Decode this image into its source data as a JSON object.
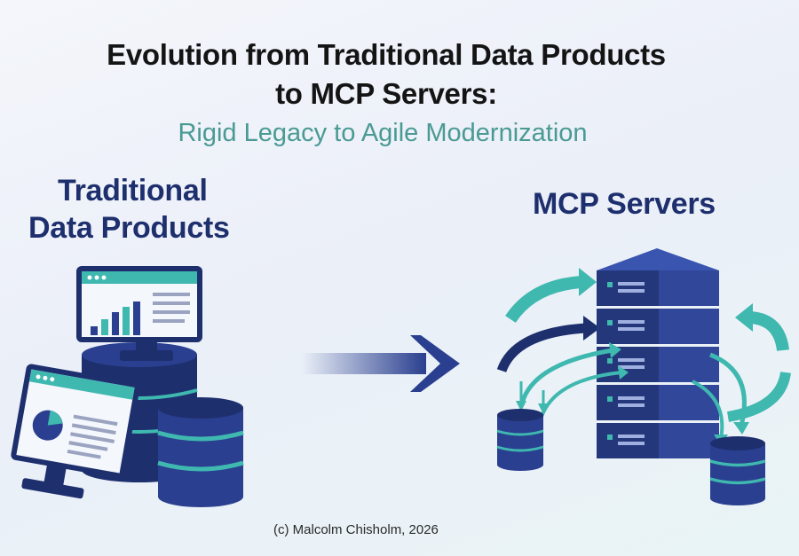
{
  "title_line1": "Evolution from Traditional Data Products",
  "title_line2": "to MCP Servers:",
  "subtitle": "Rigid Legacy to Agile Modernization",
  "left_heading_line1": "Traditional",
  "left_heading_line2": "Data Products",
  "right_heading": "MCP Servers",
  "copyright": "(c) Malcolm Chisholm, 2026",
  "colors": {
    "navy": "#1e2f6e",
    "teal": "#3fb8b0",
    "subtitle_teal": "#4a9a94",
    "arrow_blue": "#2a3f8f"
  },
  "icons": [
    "monitor-icon",
    "database-icon",
    "server-stack-icon",
    "arrow-right-icon",
    "circular-arrows-icon"
  ]
}
